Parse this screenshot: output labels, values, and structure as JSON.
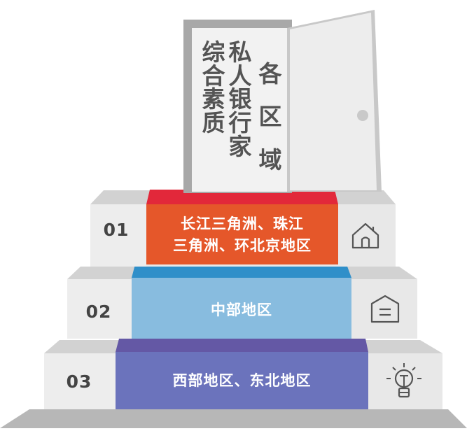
{
  "door": {
    "columns": [
      "综合素质",
      "私人银行家",
      "各区域"
    ]
  },
  "steps": [
    {
      "number": "01",
      "label_line1": "长江三角洲、珠江",
      "label_line2": "三角洲、环北京地区",
      "icon": "house-icon",
      "color": "#E5572A",
      "top_color": "#E2283A"
    },
    {
      "number": "02",
      "label": "中部地区",
      "icon": "box-icon",
      "color": "#88BCDF",
      "top_color": "#2F8FC9"
    },
    {
      "number": "03",
      "label": "西部地区、东北地区",
      "icon": "lightbulb-icon",
      "color": "#6B73BC",
      "top_color": "#6458A5"
    }
  ]
}
